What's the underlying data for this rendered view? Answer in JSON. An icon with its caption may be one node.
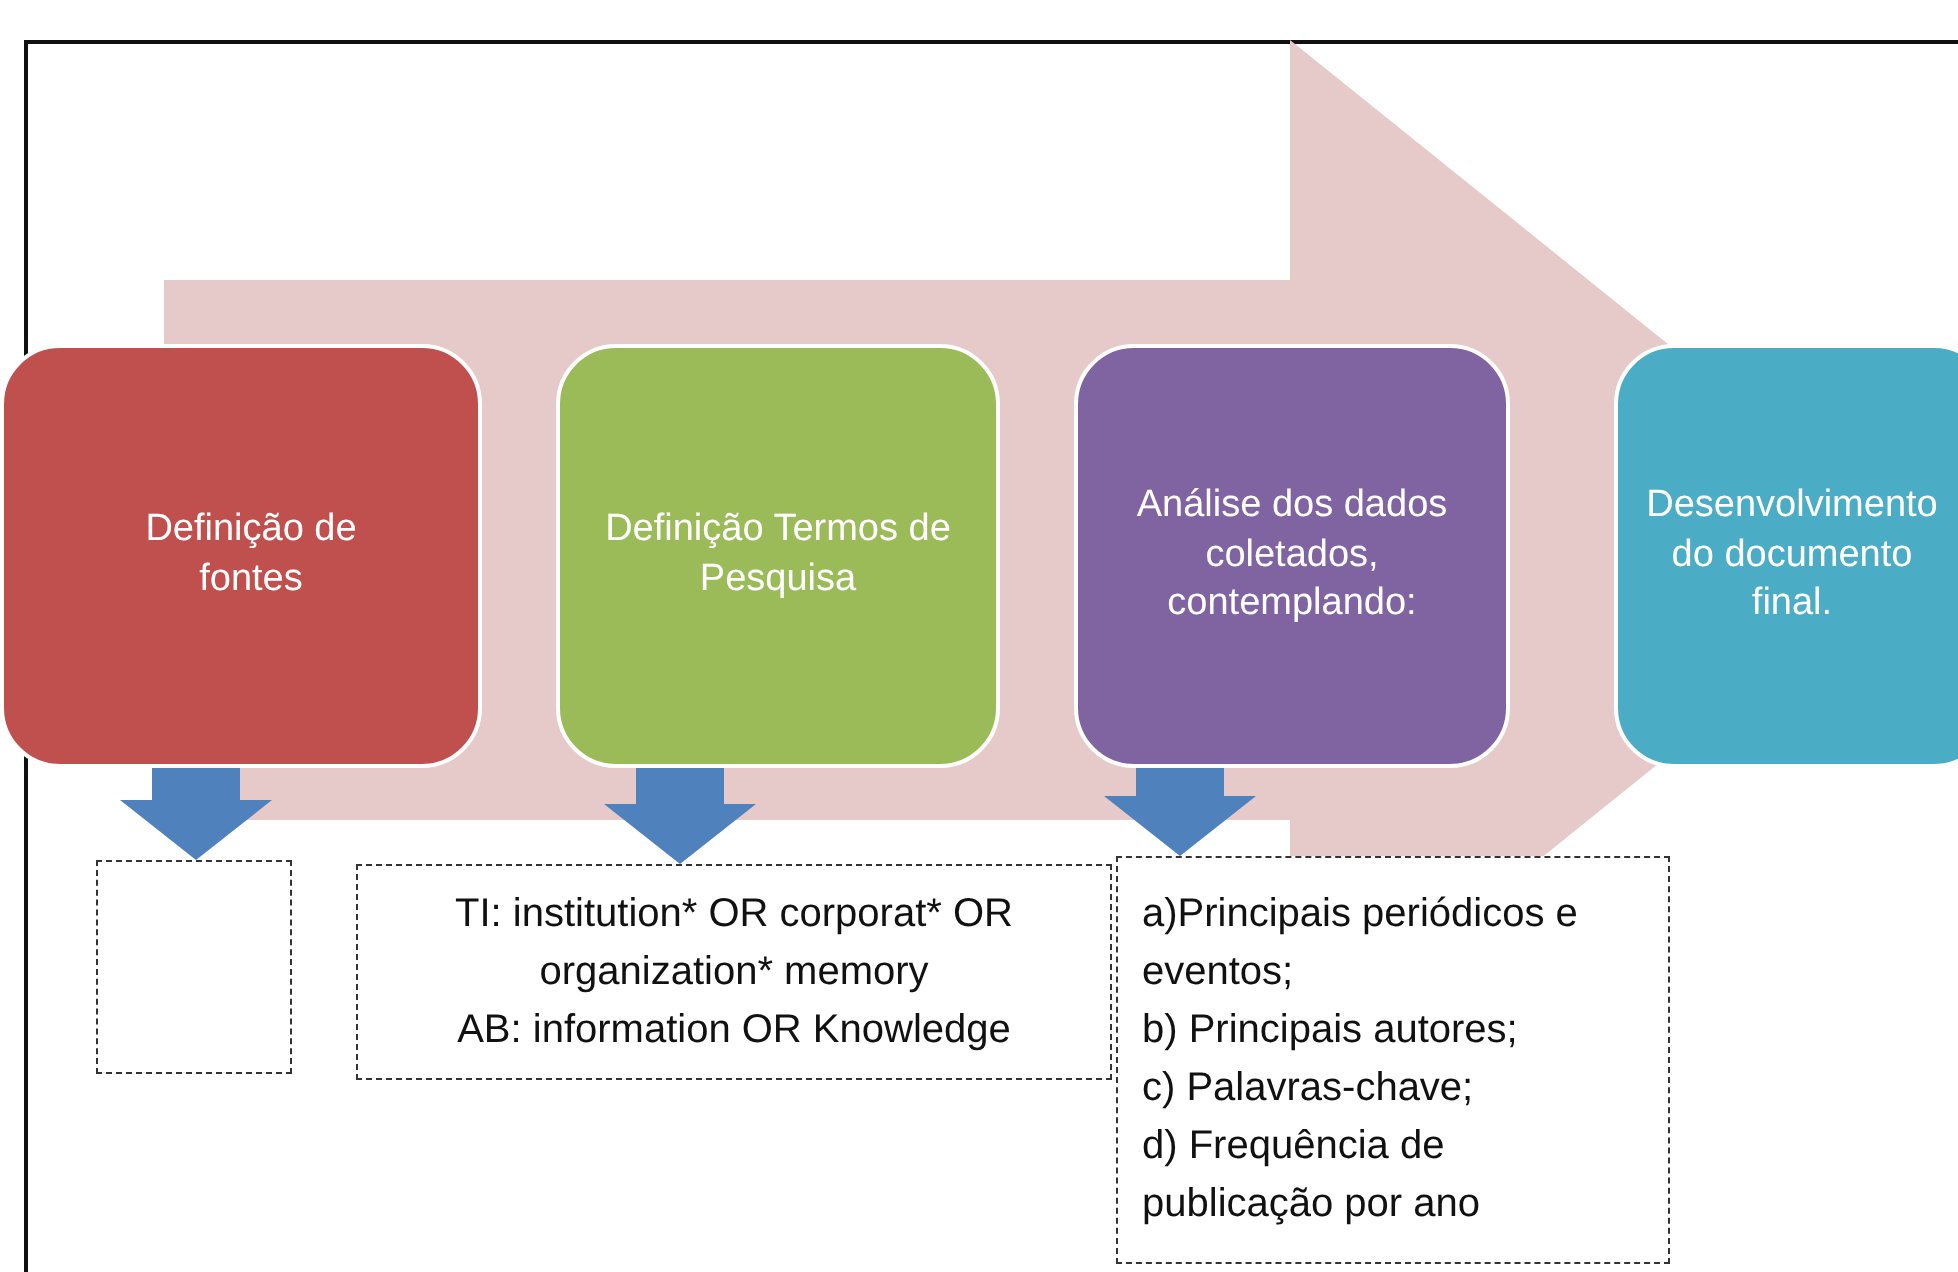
{
  "diagram": {
    "nodes": [
      {
        "text": [
          "Definição de fontes"
        ]
      },
      {
        "text": [
          "Definição Termos de Pesquisa"
        ]
      },
      {
        "text": [
          "Análise dos dados coletados, contemplando:"
        ]
      },
      {
        "text": [
          "Desenvolvimento do documento final."
        ]
      },
      {
        "text": [],
        "shape": "box"
      },
      {
        "text": [
          "TI: institution* OR corporat* OR organization* memory",
          "AB: information OR Knowledge"
        ]
      },
      {
        "text": [
          "a)Principais periódicos e eventos;",
          "b) Principais autores;",
          "c) Palavras-chave;",
          "d) Frequência de publicação por ano"
        ]
      }
    ],
    "edges": [
      {
        "from": 0,
        "to": 4,
        "arrow": "to",
        "style": "thick"
      },
      {
        "from": 1,
        "to": 5,
        "arrow": "to",
        "style": "thick"
      },
      {
        "from": 2,
        "to": 6,
        "arrow": "to",
        "style": "thick"
      },
      {
        "from": 0,
        "to": 3,
        "arrow": "to",
        "style": "thick",
        "color": "#e6c9c9"
      }
    ]
  }
}
